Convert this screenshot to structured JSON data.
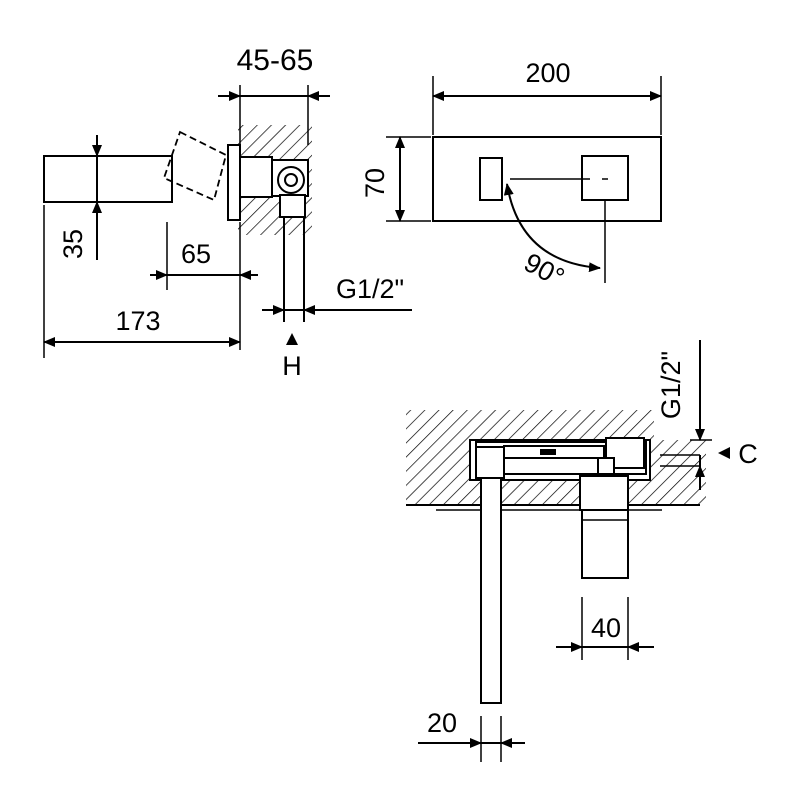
{
  "dimensions": {
    "wall_thickness": "45-65",
    "plate_width": "200",
    "plate_height": "70",
    "rotation_angle": "90°",
    "spout_height": "35",
    "projection_short": "65",
    "projection_total": "173",
    "connection_thread_side": "G1/2\"",
    "hot_marker": "H",
    "connection_thread_top": "G1/2\"",
    "cold_marker": "C",
    "handle_diameter": "40",
    "spout_diameter": "20"
  }
}
